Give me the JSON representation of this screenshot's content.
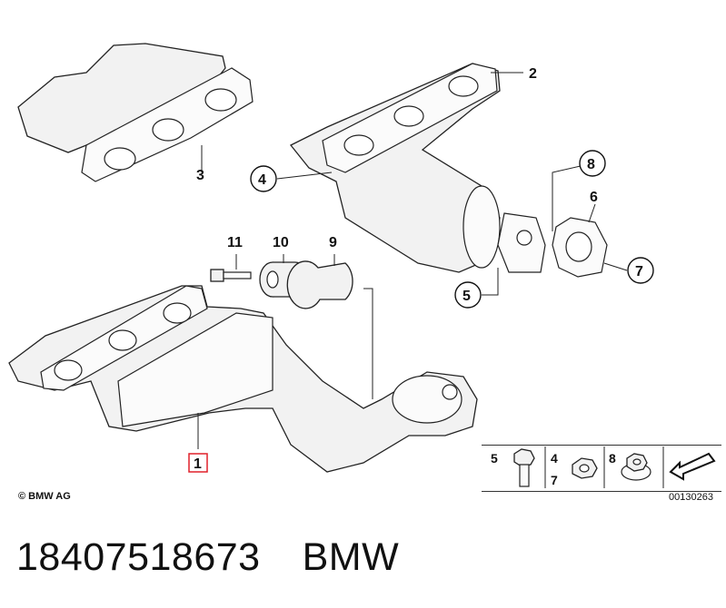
{
  "callouts": {
    "c1": "1",
    "c2": "2",
    "c3": "3",
    "c4": "4",
    "c5": "5",
    "c6": "6",
    "c7": "7",
    "c8": "8",
    "c9": "9",
    "c10": "10",
    "c11": "11"
  },
  "legend": {
    "n5": "5",
    "n4": "4",
    "n7": "7",
    "n8": "8"
  },
  "copyright": "© BMW AG",
  "drawing_number": "00130263",
  "footer": {
    "part_number": "18407518673",
    "brand": "BMW"
  },
  "colors": {
    "highlight": "#e0202a",
    "line": "#222222"
  }
}
